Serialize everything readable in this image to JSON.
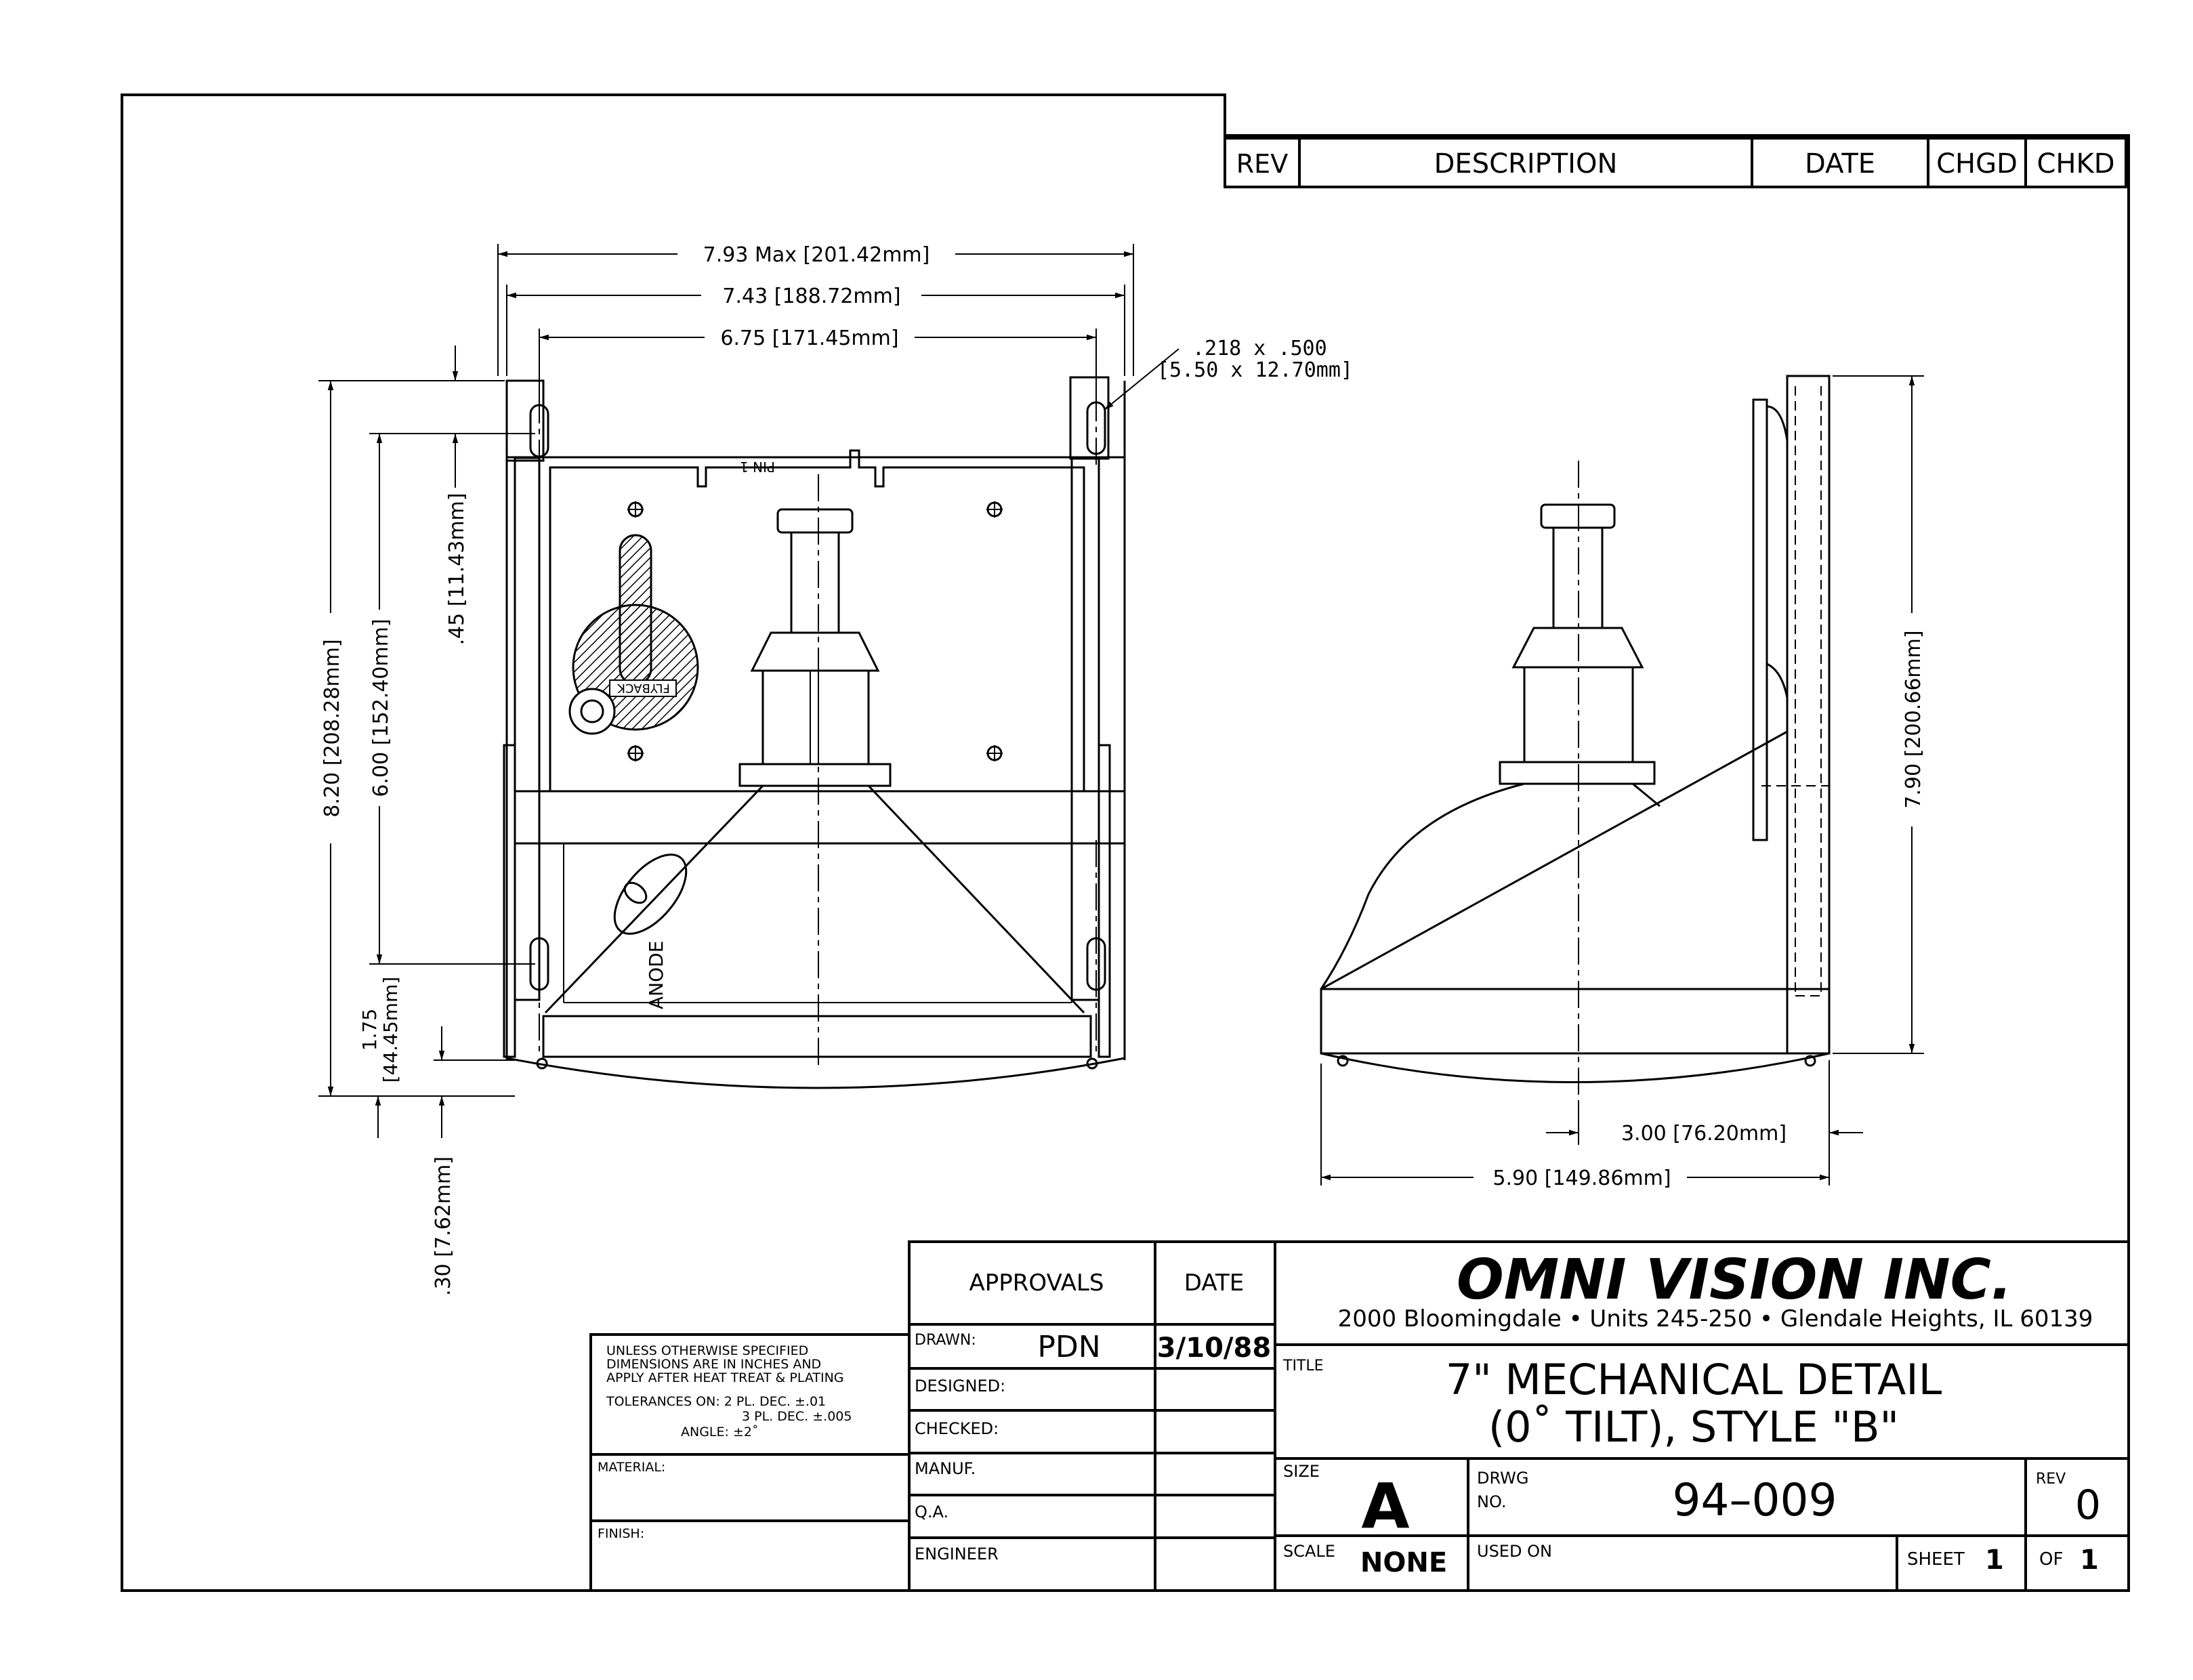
{
  "revision_block": {
    "headers": {
      "rev": "REV",
      "description": "DESCRIPTION",
      "date": "DATE",
      "chgd": "CHGD",
      "chkd": "CHKD"
    }
  },
  "front_view": {
    "dims": {
      "overall_width": "7.93 Max [201.42mm]",
      "width": "7.43 [188.72mm]",
      "inner_width": "6.75 [171.45mm]",
      "slot_1": ".218 x .500",
      "slot_2": "[5.50 x 12.70mm]",
      "overall_height": "8.20 [208.28mm]",
      "mount_spacing": "6.00 [152.40mm]",
      "top_offset": ".45 [11.43mm]",
      "bottom_1": "1.75",
      "bottom_2": "[44.45mm]",
      "base_offset": ".30 [7.62mm]"
    },
    "labels": {
      "pin": "PIN 1",
      "flyback": "FLYBACK",
      "anode": "ANODE"
    }
  },
  "side_view": {
    "dims": {
      "height": "7.90 [200.66mm]",
      "depth_neck": "3.00 [76.20mm]",
      "depth": "5.90 [149.86mm]"
    }
  },
  "notes": {
    "line1": "UNLESS OTHERWISE SPECIFIED",
    "line2": "DIMENSIONS ARE IN INCHES AND",
    "line3": "APPLY AFTER HEAT TREAT & PLATING",
    "line4": "TOLERANCES ON: 2 PL. DEC. ±.01",
    "line5": "3 PL. DEC. ±.005",
    "line6": "ANGLE:  ±2˚",
    "material_label": "MATERIAL:",
    "finish_label": "FINISH:"
  },
  "approvals": {
    "header": "APPROVALS",
    "date_header": "DATE",
    "rows": [
      {
        "label": "DRAWN:",
        "value": "PDN",
        "date": "3/10/88"
      },
      {
        "label": "DESIGNED:",
        "value": "",
        "date": ""
      },
      {
        "label": "CHECKED:",
        "value": "",
        "date": ""
      },
      {
        "label": "MANUF.",
        "value": "",
        "date": ""
      },
      {
        "label": "Q.A.",
        "value": "",
        "date": ""
      },
      {
        "label": "ENGINEER",
        "value": "",
        "date": ""
      }
    ]
  },
  "title_block": {
    "company": "OMNI VISION INC.",
    "address": "2000 Bloomingdale • Units 245-250 • Glendale Heights, IL 60139",
    "title_label": "TITLE",
    "title_line1": "7\"  MECHANICAL  DETAIL",
    "title_line2": "(0˚  TILT),  STYLE  \"B\"",
    "size_label": "SIZE",
    "size": "A",
    "drwg_label_1": "DRWG",
    "drwg_label_2": "NO.",
    "drawing_number": "94–009",
    "rev_label": "REV",
    "rev": "0",
    "scale_label": "SCALE",
    "scale": "NONE",
    "used_on_label": "USED  ON",
    "sheet_label": "SHEET",
    "sheet": "1",
    "of_label": "OF",
    "of": "1"
  }
}
